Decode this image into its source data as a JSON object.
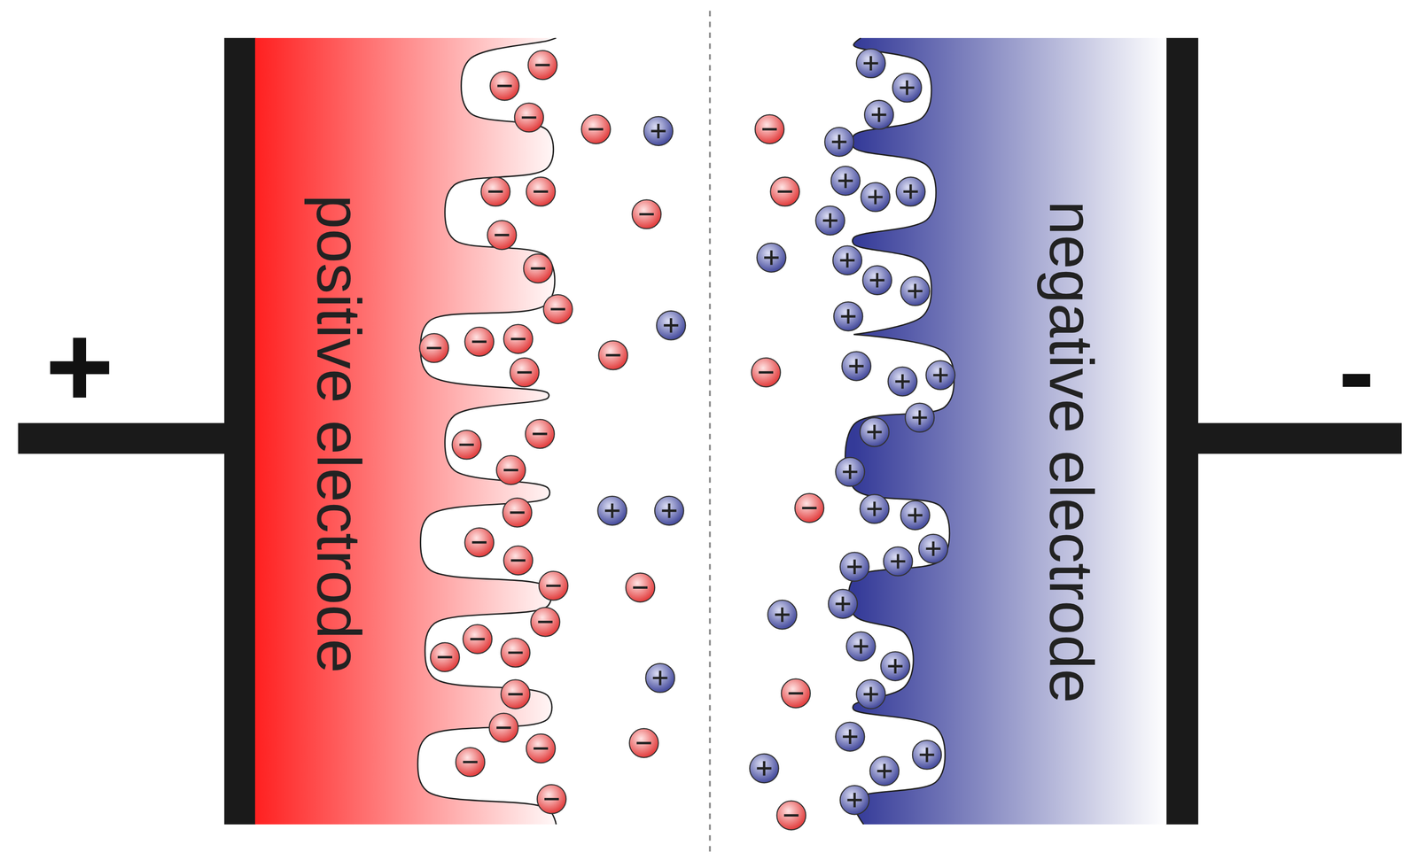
{
  "diagram": {
    "nodes": [
      {
        "text": [
          "positive electrode"
        ]
      },
      {
        "text": [
          "negative electrode"
        ]
      }
    ],
    "labels": [
      "+",
      "-"
    ]
  }
}
